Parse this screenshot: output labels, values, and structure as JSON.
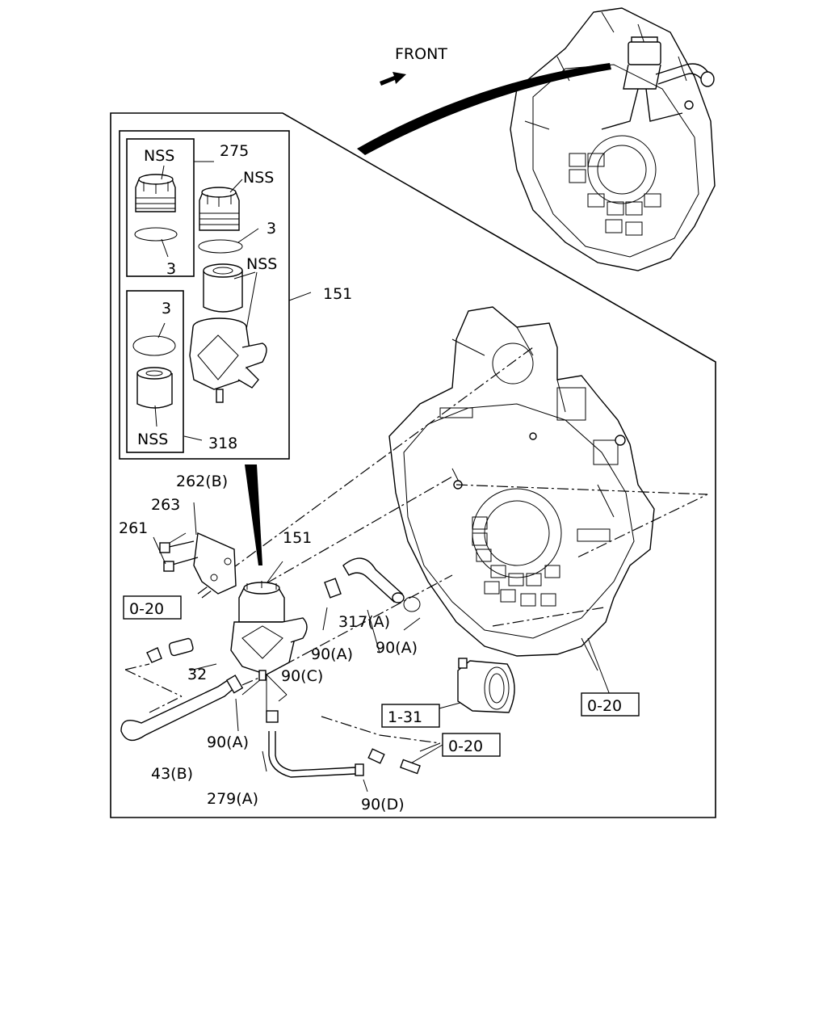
{
  "direction_label": "FRONT",
  "callouts": {
    "p275": "275",
    "p151_panel": "151",
    "p318": "318",
    "p3_a": "3",
    "p3_b": "3",
    "p3_c": "3",
    "nss_a": "NSS",
    "nss_b": "NSS",
    "nss_c": "NSS",
    "nss_d": "NSS",
    "p262b": "262(B)",
    "p263": "263",
    "p261": "261",
    "p151_main": "151",
    "ref_020_a": "0-20",
    "p32": "32",
    "p317a": "317(A)",
    "p90a_1": "90(A)",
    "p90a_2": "90(A)",
    "p90c": "90(C)",
    "p90a_3": "90(A)",
    "p43b": "43(B)",
    "p279a": "279(A)",
    "p90d": "90(D)",
    "ref_131": "1-31",
    "ref_020_b": "0-20",
    "ref_020_c": "0-20"
  }
}
